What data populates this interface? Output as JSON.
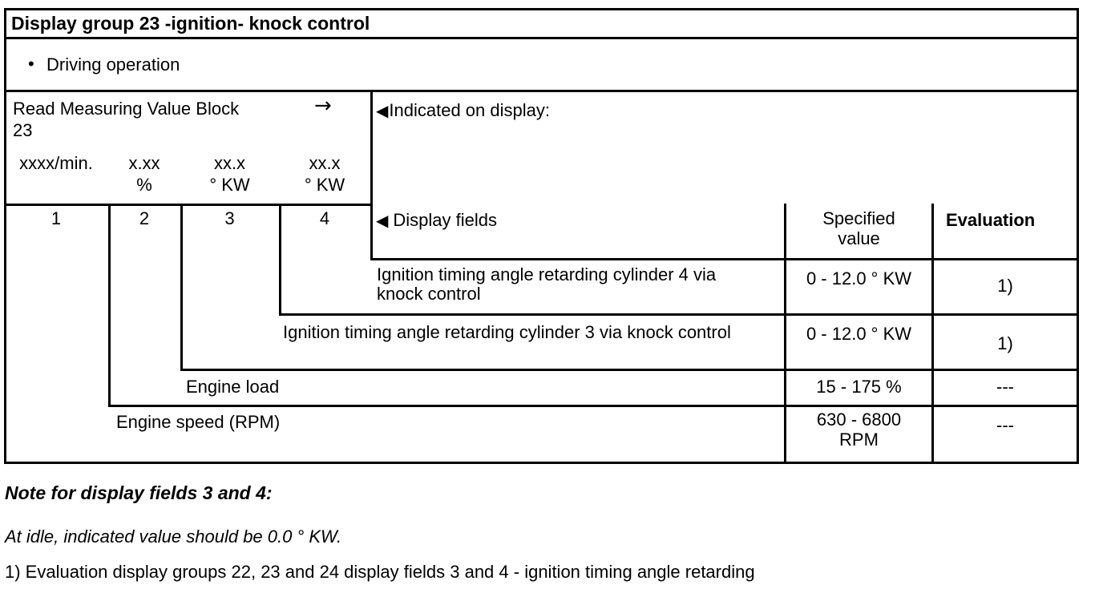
{
  "header": {
    "title": "Display group 23 -ignition- knock control"
  },
  "operation": {
    "bullet": "•",
    "label": "Driving operation"
  },
  "measuring_block": {
    "label_line1": "Read Measuring Value Block",
    "label_line2": "23",
    "arrow": "→",
    "columns": [
      {
        "value_format": "xxxx/min.",
        "unit": ""
      },
      {
        "value_format": "x.xx",
        "unit": "%"
      },
      {
        "value_format": "xx.x",
        "unit": "° KW"
      },
      {
        "value_format": "xx.x",
        "unit": "° KW"
      }
    ],
    "field_numbers": [
      "1",
      "2",
      "3",
      "4"
    ]
  },
  "display_panel": {
    "triangle": "◀",
    "indicated_label": "Indicated on display:",
    "display_fields_label": "Display fields",
    "specified_value_line1": "Specified",
    "specified_value_line2": "value",
    "evaluation_label": "Evaluation"
  },
  "rows": [
    {
      "description_line1": "Ignition timing angle retarding cylinder 4 via",
      "description_line2": "knock control",
      "specified_value": "0 - 12.0 ° KW",
      "evaluation": "1)"
    },
    {
      "description": "Ignition timing angle retarding cylinder 3 via knock control",
      "specified_value": "0 - 12.0 ° KW",
      "evaluation": "1)"
    },
    {
      "description": "Engine load",
      "specified_value": "15 - 175 %",
      "evaluation": "---"
    },
    {
      "description": "Engine speed (RPM)",
      "specified_value_line1": "630 - 6800",
      "specified_value_line2": "RPM",
      "evaluation": "---"
    }
  ],
  "notes": {
    "heading": "Note for display fields 3 and 4:",
    "idle": "At idle, indicated value should be 0.0 ° KW.",
    "footnote": "1) Evaluation display groups 22, 23 and 24 display fields 3 and 4 - ignition timing angle retarding"
  }
}
